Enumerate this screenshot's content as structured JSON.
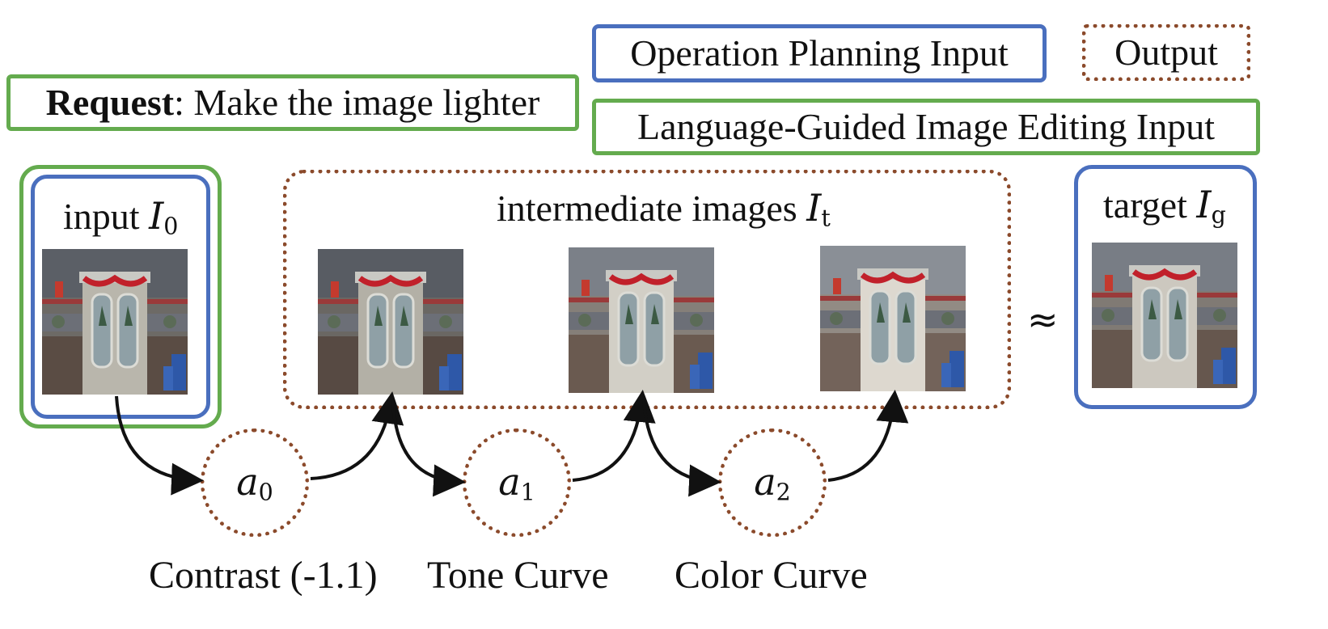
{
  "legend": {
    "planning_input": "Operation Planning Input",
    "output": "Output",
    "editing_input": "Language-Guided Image Editing Input"
  },
  "request": {
    "label_bold": "Request",
    "text": ": Make the image lighter"
  },
  "input": {
    "label": "input ",
    "math_var": "I",
    "math_sub": "0"
  },
  "intermediate": {
    "label": "intermediate images ",
    "math_var": "I",
    "math_sub": "t"
  },
  "target": {
    "label": "target ",
    "math_var": "I",
    "math_sub": "g"
  },
  "approx_symbol": "≈",
  "actions": [
    {
      "var": "a",
      "sub": "0",
      "caption": "Contrast (-1.1)"
    },
    {
      "var": "a",
      "sub": "1",
      "caption": "Tone Curve"
    },
    {
      "var": "a",
      "sub": "2",
      "caption": "Color Curve"
    }
  ],
  "colors": {
    "planning_blue": "#4a6fbe",
    "editing_green": "#64ab4e",
    "output_brown": "#8b4a2b"
  }
}
